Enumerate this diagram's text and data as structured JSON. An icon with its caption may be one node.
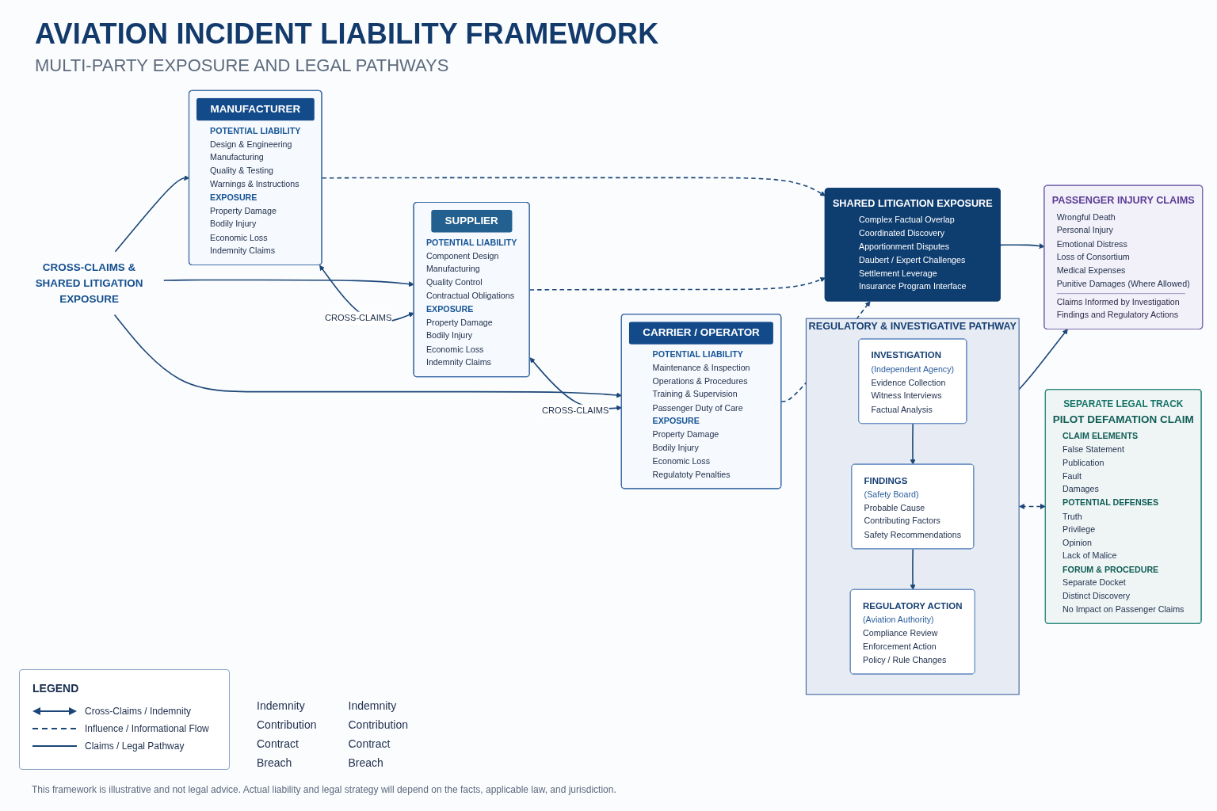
{
  "diagram": {
    "title": "AVIATION INCIDENT LIABILITY FRAMEWORK",
    "caption": "This framework is illustrative and not legal advice. Actual liability and legal strategy will depend on the facts, applicable law, and jurisdiction.",
    "nodes": [
      {
        "text": [
          "CROSS-CLAIMS & SHARED LITIGATION EXPOSURE"
        ]
      },
      {
        "text": [
          "MANUFACTURER",
          "POTENTIAL LIABILITY",
          "Design & Engineering",
          "Manufacturing",
          "Quality & Testing",
          "Warnings & Instructions",
          "EXPOSURE",
          "Property Damage",
          "Bodily Injury",
          "Economic Loss",
          "Indemnity Claims"
        ]
      },
      {
        "text": [
          "SUPPLIER",
          "POTENTIAL LIABILITY",
          "Component Design",
          "Manufacturing",
          "Quality Control",
          "Contractual Obligations",
          "EXPOSURE",
          "Property Damage",
          "Bodily Injury",
          "Economic Loss",
          "Indemnity Claims"
        ]
      },
      {
        "text": [
          "CARRIER / OPERATOR",
          "POTENTIAL LIABILITY",
          "Maintenance & Inspection",
          "Operations & Procedures",
          "Training & Supervision",
          "Passenger Duty of Care",
          "EXPOSURE",
          "Property Damage",
          "Bodily Injury",
          "Economic Loss",
          "Regulatoty Penalties"
        ]
      },
      {
        "text": [
          "REGULATORY & INVESTIGATIVE PATHWAY"
        ]
      },
      {
        "text": [
          "INVESTIGATION",
          "(Independent Agency)",
          "Evidence Collection",
          "Witness Interviews",
          "Factual Analysis"
        ],
        "in": 4
      },
      {
        "text": [
          "FINDINGS",
          "(Safety Board)",
          "Probable Cause",
          "Contributing Factors",
          "Safety Recommendations"
        ],
        "in": 4
      },
      {
        "text": [
          "REGULATORY ACTION",
          "(Aviation Authority)",
          "Compliance Review",
          "Enforcement Action",
          "Policy / Rule Changes"
        ],
        "in": 4
      },
      {
        "text": [
          "SEPARATE LEGAL TRACK",
          "PILOT DEFAMATION CLAIM",
          "CLAIM ELEMENTS",
          "False Statement",
          "Publication",
          "Fault",
          "Damages",
          "POTENTIAL DEFENSES",
          "Truth",
          "Privilege",
          "Opinion",
          "Lack of Malice",
          "FORUM & PROCEDURE",
          "Separate Docket",
          "Distinct Discovery",
          "No Impact on Passenger Claims"
        ]
      },
      {
        "text": [
          "SHARED LITIGATION EXPOSURE",
          "Complex Factual Overlap",
          "Coordinated Discovery",
          "Apportionment Disputes",
          "Daubert / Expert Challenges",
          "Settlement Leverage",
          "Insurance Program Interface"
        ]
      },
      {
        "text": [
          "PASSENGER INJURY CLAIMS",
          "Wrongful Death",
          "Personal Injury",
          "Emotional Distress",
          "Loss of Consortium",
          "Medical Expenses",
          "Punitive Damages (Where Allowed)",
          "Claims Informed by Investigation Findings and Regulatory Actions"
        ]
      }
    ],
    "edges": [
      {
        "from": 0,
        "to": 1,
        "arrow": "to"
      },
      {
        "from": 0,
        "to": 2,
        "arrow": "to"
      },
      {
        "from": 0,
        "to": 3,
        "arrow": "to"
      },
      {
        "from": 1,
        "to": 2,
        "arrow": "both",
        "label": "CROSS-CLAIMS"
      },
      {
        "from": 2,
        "to": 3,
        "arrow": "both",
        "label": "CROSS-CLAIMS"
      },
      {
        "from": 5,
        "to": 6,
        "arrow": "to"
      },
      {
        "from": 6,
        "to": 7,
        "arrow": "to"
      },
      {
        "from": 4,
        "to": 8,
        "arrow": "both",
        "style": "dashed"
      },
      {
        "from": 1,
        "to": 9,
        "arrow": "to",
        "style": "dashed"
      },
      {
        "from": 2,
        "to": 9,
        "arrow": "to",
        "style": "dashed"
      },
      {
        "from": 3,
        "to": 9,
        "arrow": "to",
        "style": "dashed"
      },
      {
        "from": 9,
        "to": 10,
        "arrow": "to"
      },
      {
        "from": 4,
        "to": 10,
        "arrow": "to"
      }
    ],
    "labels": [
      "MULTI-PARTY EXPOSURE AND LEGAL PATHWAYS",
      "Indemnity",
      "Contribution",
      "Contract",
      "Breach",
      "Indemnity",
      "Contribution",
      "Contract",
      "Breach",
      "LEGEND"
    ],
    "legend": [
      {
        "text": "Cross-Claims / Indemnity"
      },
      {
        "text": "Influence / Informational Flow"
      },
      {
        "text": "Claims / Legal Pathway"
      }
    ]
  }
}
